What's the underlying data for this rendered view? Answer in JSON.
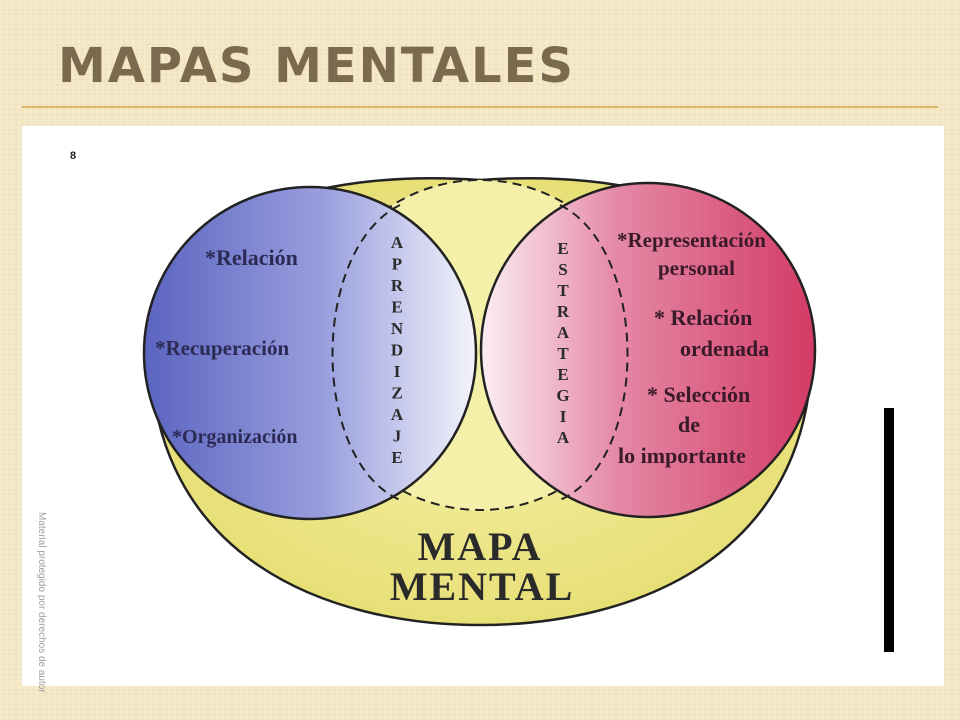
{
  "title": "MAPAS MENTALES",
  "small_mark": "8",
  "watermark": "Material protegido por derechos de autor",
  "diagram": {
    "left_circle_items": [
      "*Relación",
      "*Recuperación",
      "*Organización"
    ],
    "left_vertical": "APRENDIZAJE",
    "right_vertical": "ESTRATEGIA",
    "right_items": [
      [
        "*Representación",
        "personal"
      ],
      [
        "* Relación",
        "ordenada"
      ],
      [
        "* Selección",
        "de",
        "lo importante"
      ]
    ],
    "bottom_lines": [
      "MAPA",
      "MENTAL"
    ]
  },
  "colors": {
    "left_circle": "#6f78c9",
    "right_circle": "#d9466e",
    "center": "#f3ee9a",
    "base": "#e9e27c"
  }
}
